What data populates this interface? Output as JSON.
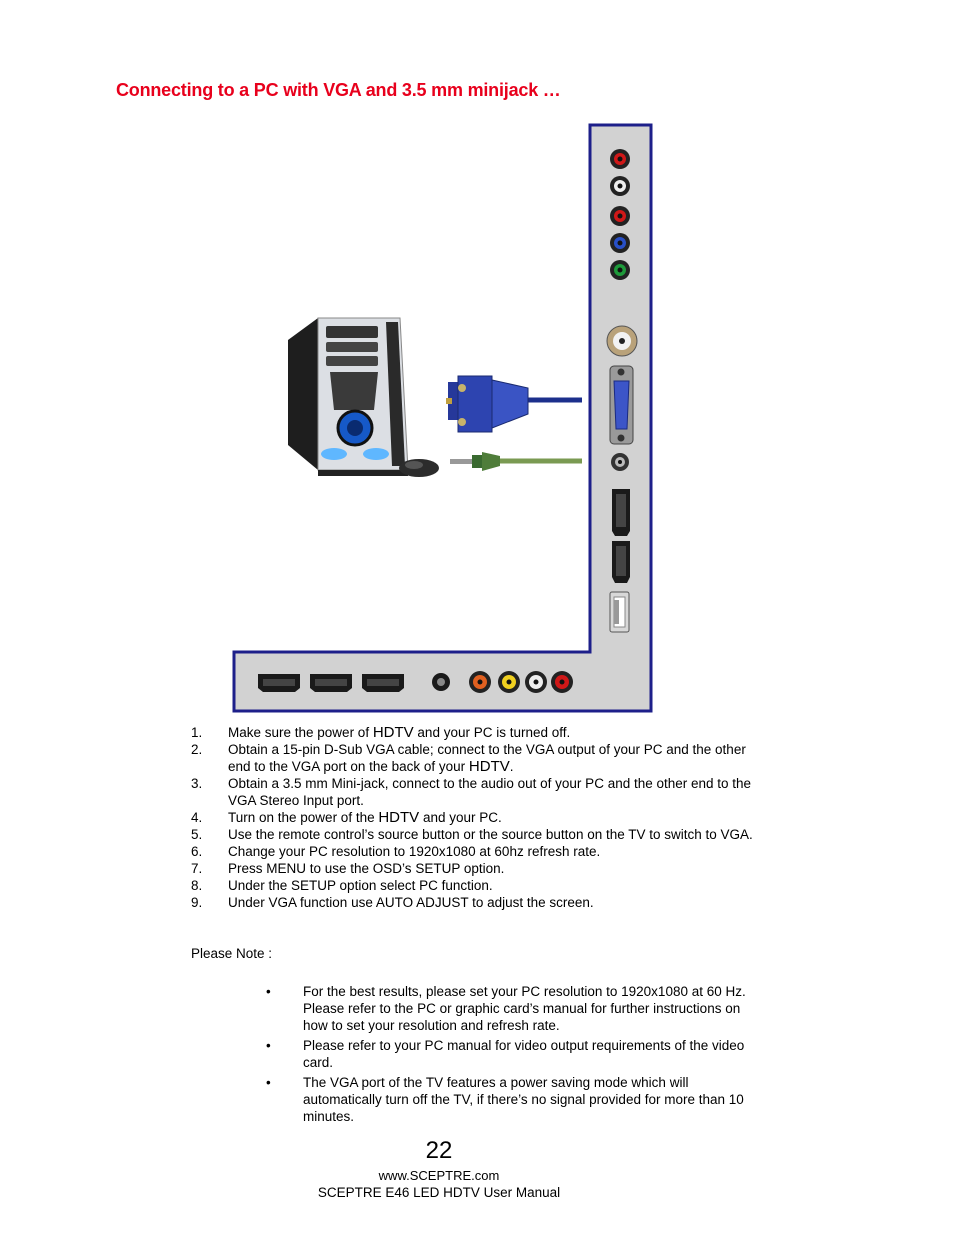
{
  "heading": "Connecting to a PC with VGA and 3.5 mm minijack …",
  "steps": [
    {
      "num": "1.",
      "text_a": "Make sure the power of ",
      "hd": "HDTV",
      "text_b": " and your PC is turned off."
    },
    {
      "num": "2.",
      "text_a": "Obtain a 15-pin D-Sub VGA cable; connect to the VGA output of your PC and the other end to the VGA port on the back of your ",
      "hd": "HDTV",
      "text_b": "."
    },
    {
      "num": "3.",
      "text_a": "Obtain a 3.5 mm Mini-jack, connect to the audio out of your PC and the other end to the VGA Stereo Input port.",
      "hd": "",
      "text_b": ""
    },
    {
      "num": "4.",
      "text_a": "Turn on the power of the ",
      "hd": "HDTV",
      "text_b": " and your PC."
    },
    {
      "num": "5.",
      "text_a": "Use the remote control’s source button or the source button on the TV to switch to VGA.",
      "hd": "",
      "text_b": ""
    },
    {
      "num": "6.",
      "text_a": "Change your PC resolution to 1920x1080 at 60hz refresh rate.",
      "hd": "",
      "text_b": ""
    },
    {
      "num": "7.",
      "text_a": "Press MENU to use the OSD’s SETUP option.",
      "hd": "",
      "text_b": ""
    },
    {
      "num": "8.",
      "text_a": "Under the SETUP option select PC function.",
      "hd": "",
      "text_b": ""
    },
    {
      "num": "9.",
      "text_a": "Under VGA function use AUTO ADJUST to adjust the screen.",
      "hd": "",
      "text_b": ""
    }
  ],
  "note_label": "Please Note :",
  "notes": [
    {
      "bullet": "•",
      "text": "For the best results, please set your PC resolution to 1920x1080 at 60 Hz.  Please refer to the PC or graphic card’s manual for further instructions on how to set your resolution and refresh rate."
    },
    {
      "bullet": "•",
      "text": "Please refer to your PC manual for video output requirements of the video card."
    },
    {
      "bullet": "•",
      "text": "The VGA port of the TV features a power saving mode which will automatically turn off the TV, if there’s no signal provided for more than 10 minutes."
    }
  ],
  "footer": {
    "page_number": "22",
    "url": "www.SCEPTRE.com",
    "manual_title": "SCEPTRE E46 LED HDTV User Manual"
  },
  "colors": {
    "heading": "#e8001c",
    "panel_border": "#1d1f8a",
    "panel_fill": "#d2d2d2",
    "vga_cable": "#1c2f8c",
    "audio_cable": "#7a9a52"
  },
  "icons": {
    "computer": "pc-tower-icon",
    "vga_plug": "vga-connector-icon",
    "audio_plug": "audio-minijack-icon",
    "panel": "tv-rear-panel"
  }
}
